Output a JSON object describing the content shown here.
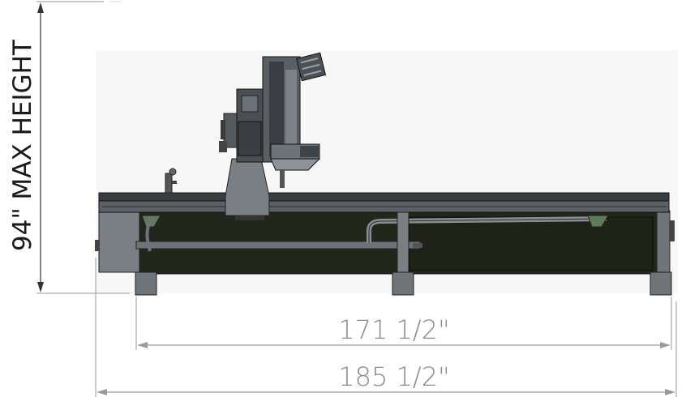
{
  "drawing": {
    "height_label": "94\" MAX HEIGHT",
    "inner_width_label": "171 1/2\"",
    "overall_width_label": "185 1/2\""
  },
  "colors": {
    "dimension_line": "#9a9a9a",
    "height_text": "#1a1a1a",
    "machine_dark": "#2c2c2c",
    "machine_frame": "#555b60",
    "machine_light": "#8d9398",
    "bed_fill": "#23261a",
    "accent_green": "#5f7c5a"
  }
}
